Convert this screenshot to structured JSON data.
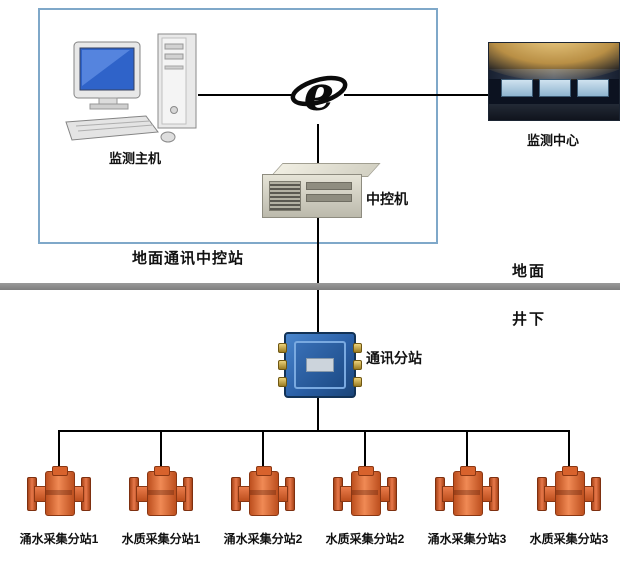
{
  "diagram": {
    "ground_box_label": "地面通讯中控站",
    "monitor_host_label": "监测主机",
    "monitor_center_label": "监测中心",
    "control_machine_label": "中控机",
    "surface_label": "地面",
    "underground_label": "井下",
    "substation_label": "通讯分站",
    "device_labels": [
      "涌水采集分站1",
      "水质采集分站1",
      "涌水采集分站2",
      "水质采集分站2",
      "涌水采集分站3",
      "水质采集分站3"
    ],
    "icons": {
      "internet": "ie-globe-icon",
      "host": "desktop-computer-icon",
      "server": "rack-server-icon",
      "junction": "junction-box-icon",
      "collector": "collector-device-icon"
    },
    "colors": {
      "frame_blue": "#7fa8c9",
      "junction_blue": "#2a5fa6",
      "device_orange": "#d95b2b",
      "divider_gray": "#8c8c8c",
      "line_black": "#000000"
    }
  }
}
